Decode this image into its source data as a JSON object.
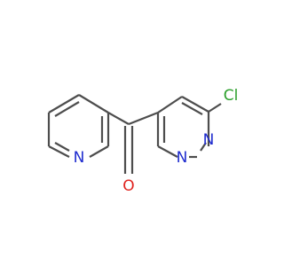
{
  "molecule": {
    "colors": {
      "bond": "#4d4d4d",
      "N": "#1f2ccf",
      "O": "#e0231e",
      "Cl": "#2ca02c"
    },
    "atoms": {
      "n_pyridine": "N",
      "o_carbonyl": "O",
      "n_pyridazine_1": "N",
      "n_pyridazine_2": "N",
      "cl": "Cl"
    }
  }
}
